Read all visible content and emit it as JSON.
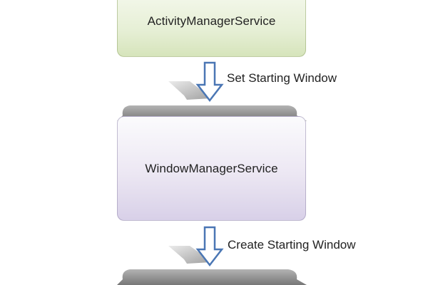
{
  "diagram": {
    "boxes": [
      {
        "label": "ActivityManagerService"
      },
      {
        "label": "WindowManagerService"
      }
    ],
    "arrows": [
      {
        "label": "Set Starting Window"
      },
      {
        "label": "Create Starting Window"
      }
    ]
  },
  "colors": {
    "arrow_stroke": "#4a76b4",
    "ams_fill": "#dfe9ca",
    "wms_fill": "#e4def0",
    "tab_fill": "#8c8c8c"
  }
}
